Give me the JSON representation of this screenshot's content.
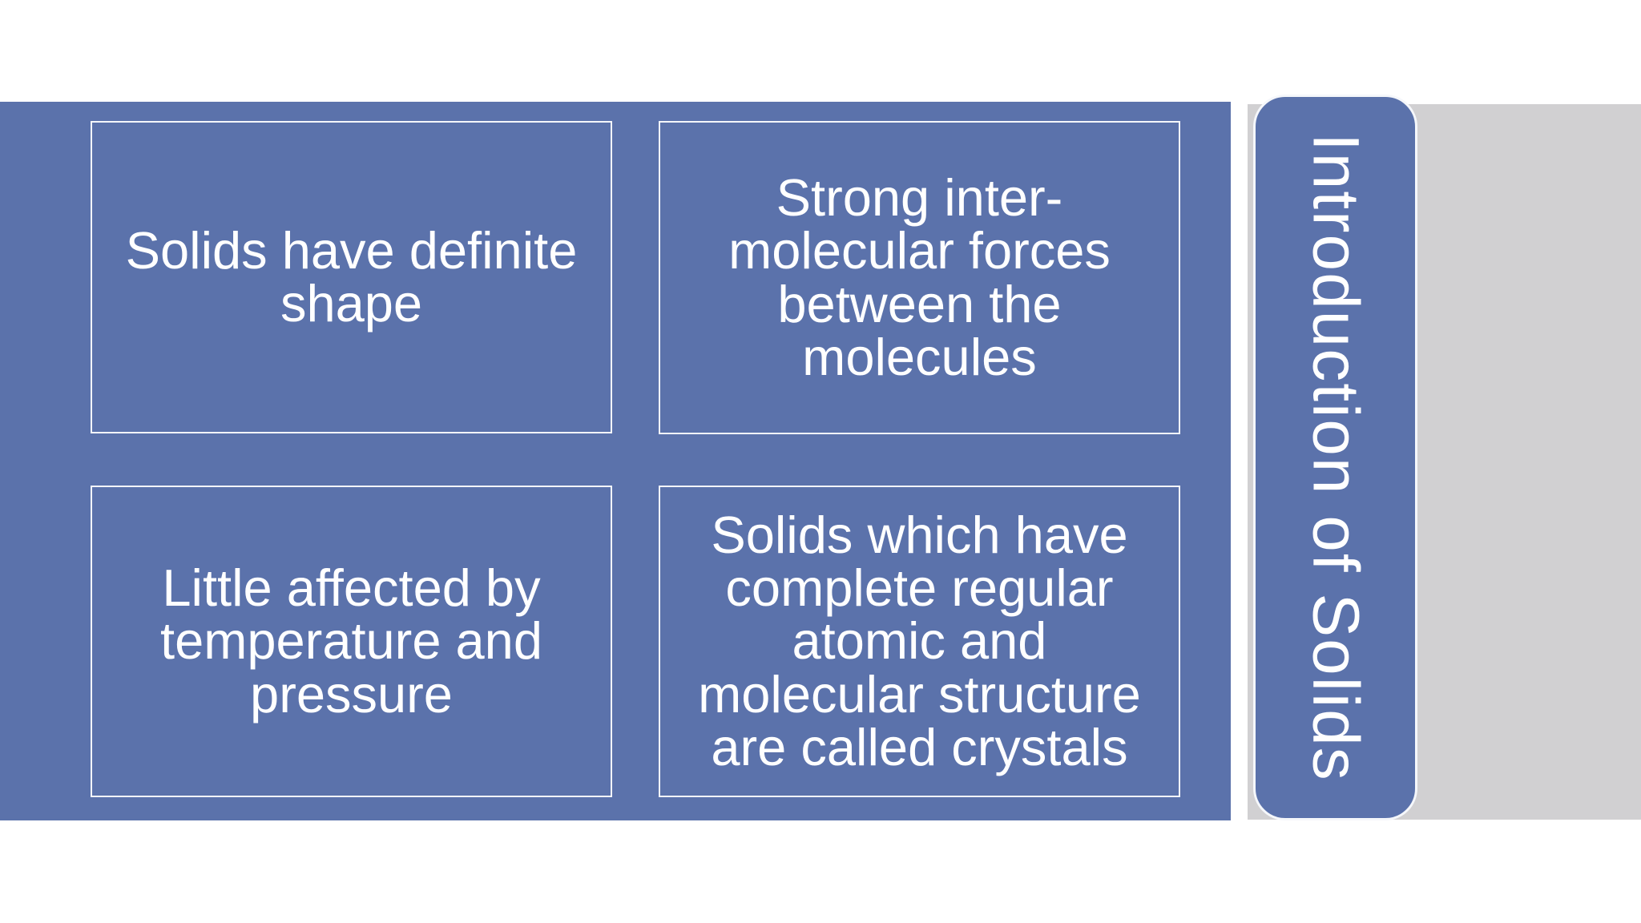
{
  "slide": {
    "colors": {
      "page_background": "#ffffff",
      "accent_blue": "#5b72ab",
      "panel_gray": "#d1d0d2",
      "border_line": "#f5f7fb",
      "text_white": "#ffffff"
    }
  },
  "title_tab": {
    "label": "Introduction of Solids"
  },
  "smartart": {
    "boxes": [
      {
        "text": "Solids have definite\nshape"
      },
      {
        "text": "Strong inter-\nmolecular forces\nbetween the\nmolecules"
      },
      {
        "text": "Little affected by\ntemperature and\npressure"
      },
      {
        "text": "Solids which have\ncomplete regular\natomic and\nmolecular structure\nare called crystals"
      }
    ]
  }
}
